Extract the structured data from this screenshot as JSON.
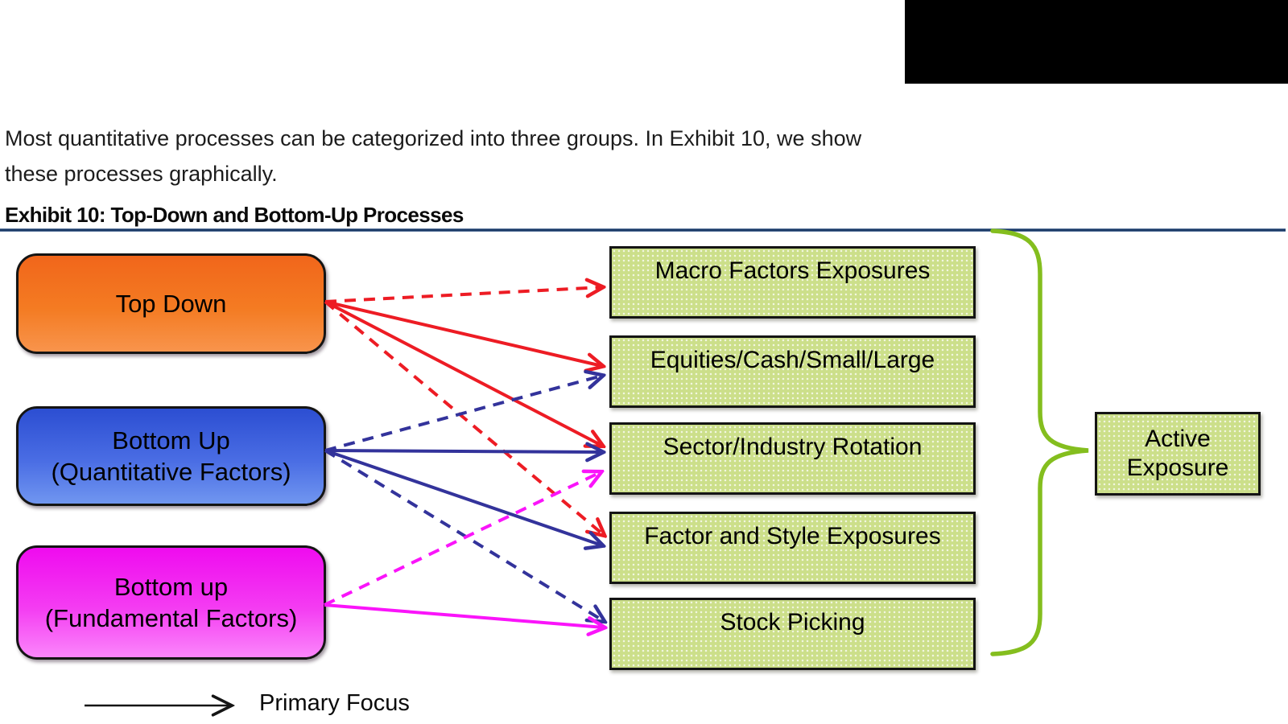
{
  "page": {
    "intro_line1": "Most quantitative processes can be categorized into three groups. In Exhibit 10, we show",
    "intro_line2": "these processes graphically.",
    "exhibit_title": "Exhibit 10: Top-Down and Bottom-Up Processes"
  },
  "diagram": {
    "process_boxes": [
      {
        "label": "Top Down",
        "sublabel": "",
        "gradient_top": "#F1661B",
        "gradient_bottom": "#F8944C"
      },
      {
        "label": "Bottom Up",
        "sublabel": "(Quantitative Factors)",
        "gradient_top": "#2C4ED2",
        "gradient_bottom": "#7096F0"
      },
      {
        "label": "Bottom up",
        "sublabel": "(Fundamental Factors)",
        "gradient_top": "#EF0BEF",
        "gradient_bottom": "#FB86FB"
      }
    ],
    "strategy_boxes": [
      "Macro Factors Exposures",
      "Equities/Cash/Small/Large",
      "Sector/Industry Rotation",
      "Factor and Style Exposures",
      "Stock Picking"
    ],
    "result_box_line1": "Active",
    "result_box_line2": "Exposure",
    "legend_label": "Primary Focus",
    "arrow_colors": {
      "top_down": "#ED1C24",
      "bottom_up_quantitative": "#33339B",
      "bottom_up_fundamental": "#FA14FA",
      "brace": "#84BE1E"
    },
    "strategy_fill": "#CCDF8A",
    "connections": [
      {
        "from": "Top Down",
        "to": "Macro Factors Exposures",
        "focus": "secondary"
      },
      {
        "from": "Top Down",
        "to": "Equities/Cash/Small/Large",
        "focus": "primary"
      },
      {
        "from": "Top Down",
        "to": "Sector/Industry Rotation",
        "focus": "primary"
      },
      {
        "from": "Top Down",
        "to": "Factor and Style Exposures",
        "focus": "secondary"
      },
      {
        "from": "Bottom Up (Quantitative Factors)",
        "to": "Equities/Cash/Small/Large",
        "focus": "secondary"
      },
      {
        "from": "Bottom Up (Quantitative Factors)",
        "to": "Sector/Industry Rotation",
        "focus": "primary"
      },
      {
        "from": "Bottom Up (Quantitative Factors)",
        "to": "Factor and Style Exposures",
        "focus": "primary"
      },
      {
        "from": "Bottom Up (Quantitative Factors)",
        "to": "Stock Picking",
        "focus": "secondary"
      },
      {
        "from": "Bottom up (Fundamental Factors)",
        "to": "Sector/Industry Rotation",
        "focus": "secondary"
      },
      {
        "from": "Bottom up (Fundamental Factors)",
        "to": "Stock Picking",
        "focus": "primary"
      }
    ]
  }
}
